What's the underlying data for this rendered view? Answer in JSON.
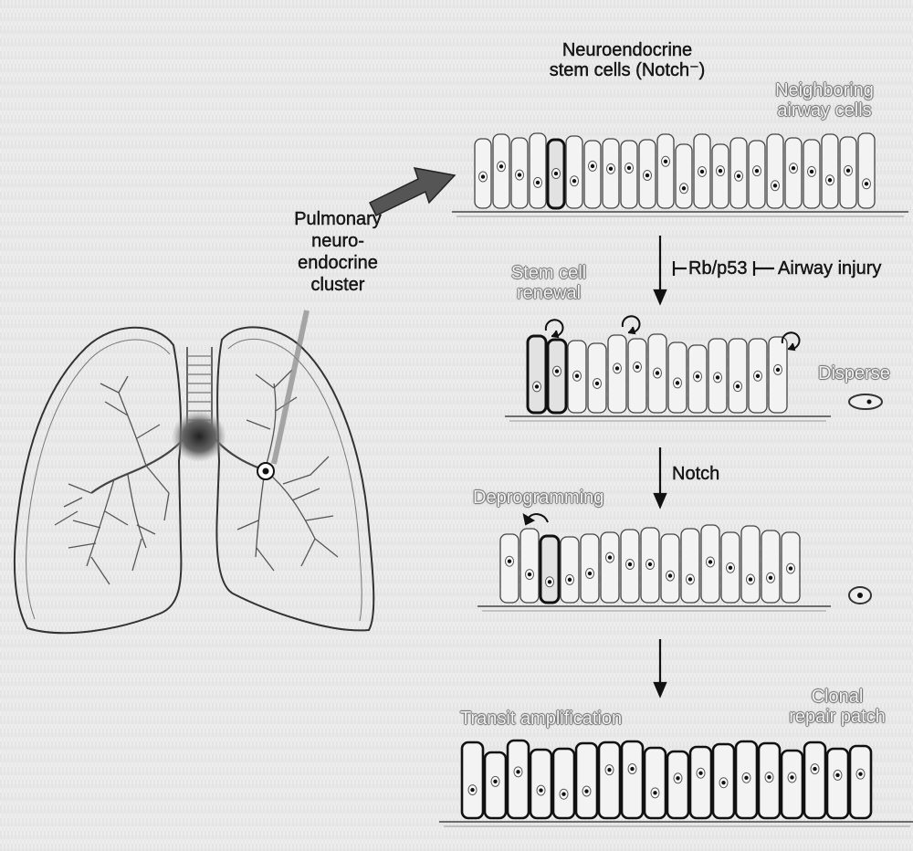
{
  "labels": {
    "ne_stem_cells": [
      "Neuroendocrine",
      "stem cells (Notch⁻)"
    ],
    "neighboring_cells": [
      "Neighboring",
      "airway cells"
    ],
    "pulmonary_cluster": [
      "Pulmonary",
      "neuro-",
      "endocrine",
      "cluster"
    ],
    "rb_p53": "Rb/p53",
    "airway_injury": "Airway injury",
    "stem_cell_renewal": [
      "Stem cell",
      "renewal"
    ],
    "disperse": "Disperse",
    "notch": "Notch",
    "deprogramming": "Deprogramming",
    "transit_amplification": "Transit amplification",
    "clonal_repair_patch": [
      "Clonal",
      "repair patch"
    ]
  },
  "colors": {
    "background": "#ededed",
    "ink": "#1a1a1a",
    "faint_text": "#f4f4f4"
  }
}
